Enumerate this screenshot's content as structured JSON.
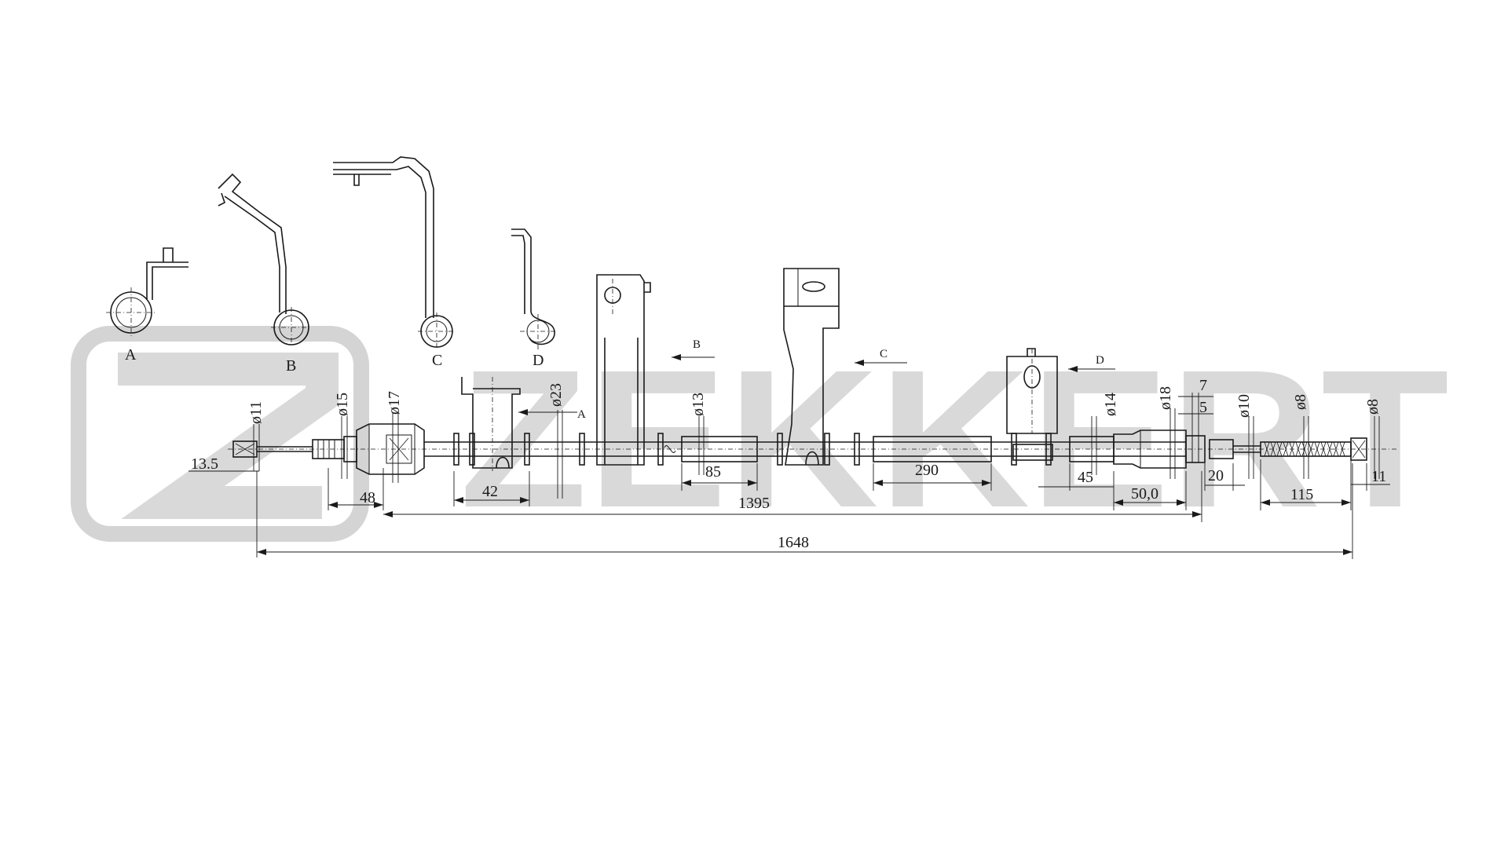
{
  "brand": {
    "watermark": "ZEKKERT",
    "watermark_color": "#d4d4d4"
  },
  "views": {
    "A": "A",
    "B": "B",
    "C": "C",
    "D": "D"
  },
  "section_marks": {
    "A": "A",
    "B": "B",
    "C": "C",
    "D": "D"
  },
  "dimensions": {
    "d11": "ø11",
    "d15": "ø15",
    "d17": "ø17",
    "d23": "ø23",
    "d13": "ø13",
    "d14": "ø14",
    "d18": "ø18",
    "d10": "ø10",
    "d8a": "ø8",
    "d8b": "ø8",
    "l13_5": "13.5",
    "l48": "48",
    "l42": "42",
    "l85": "85",
    "l290": "290",
    "l45": "45",
    "l50": "50,0",
    "l20": "20",
    "l7": "7",
    "l5": "5",
    "l115": "115",
    "l11": "11",
    "l1395": "1395",
    "l1648": "1648"
  }
}
